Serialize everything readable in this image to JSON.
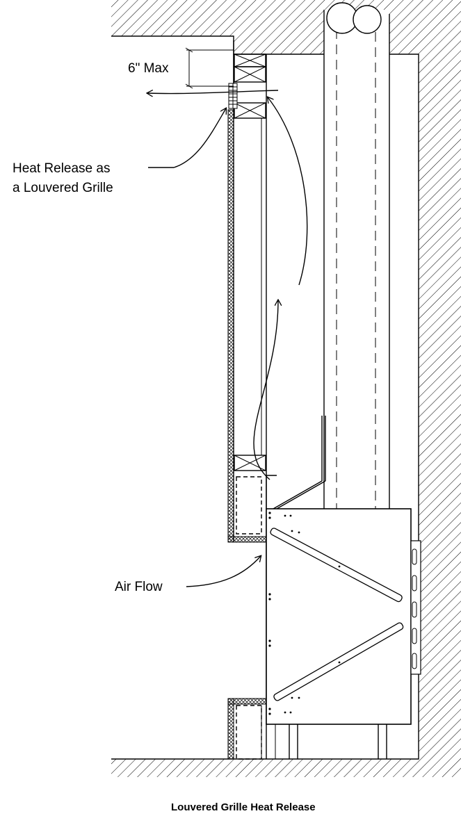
{
  "diagram": {
    "labels": {
      "dimension": "6\" Max",
      "heat_release_line1": "Heat Release as",
      "heat_release_line2": "a Louvered Grille",
      "air_flow": "Air Flow"
    },
    "caption": "Louvered Grille Heat Release",
    "colors": {
      "line": "#000000",
      "background": "#ffffff"
    }
  }
}
